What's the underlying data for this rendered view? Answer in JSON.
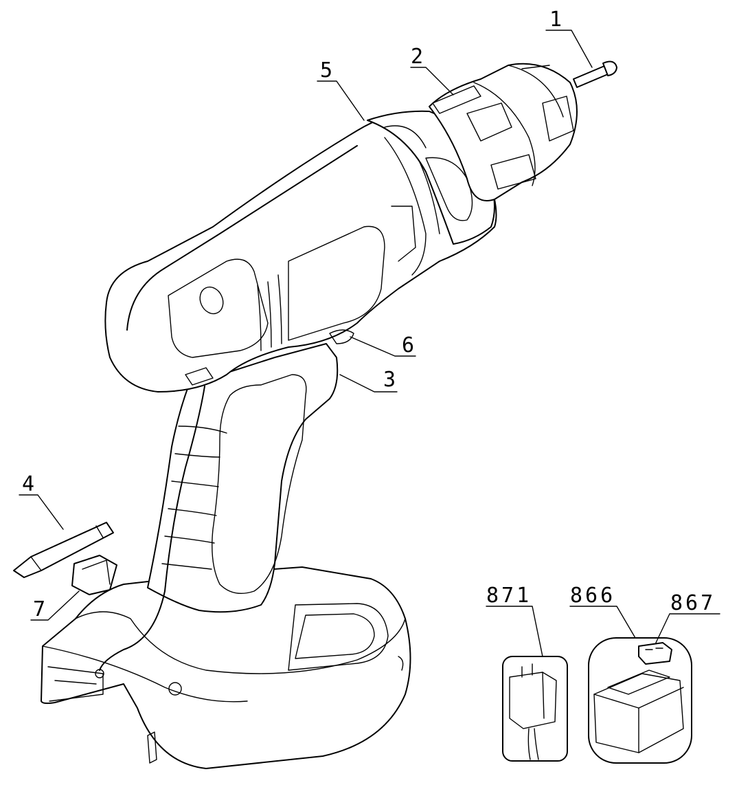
{
  "diagram": {
    "callouts": [
      {
        "id": "1",
        "label": "1"
      },
      {
        "id": "2",
        "label": "2"
      },
      {
        "id": "3",
        "label": "3"
      },
      {
        "id": "4",
        "label": "4"
      },
      {
        "id": "5",
        "label": "5"
      },
      {
        "id": "6",
        "label": "6"
      },
      {
        "id": "7",
        "label": "7"
      },
      {
        "id": "871",
        "label": "871"
      },
      {
        "id": "866",
        "label": "866"
      },
      {
        "id": "867",
        "label": "867"
      }
    ]
  }
}
